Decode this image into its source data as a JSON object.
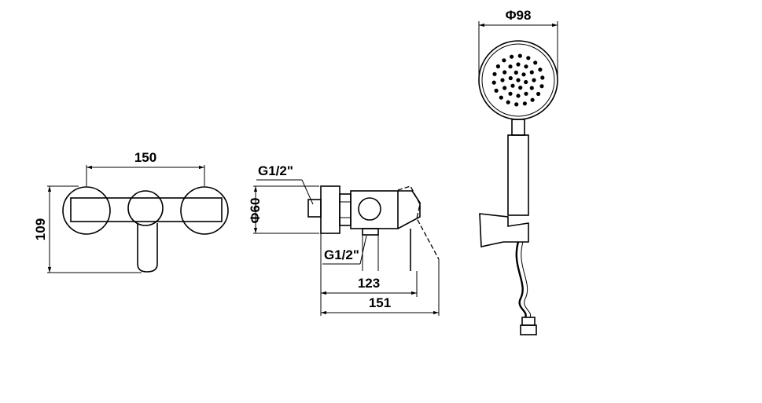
{
  "dimensions": {
    "front_width": "150",
    "front_height": "109",
    "wall_plate_diameter": "Φ60",
    "inlet_thread": "G1/2\"",
    "outlet_thread": "G1/2\"",
    "depth_to_body": "123",
    "depth_total": "151",
    "handshower_diameter": "Φ98"
  }
}
